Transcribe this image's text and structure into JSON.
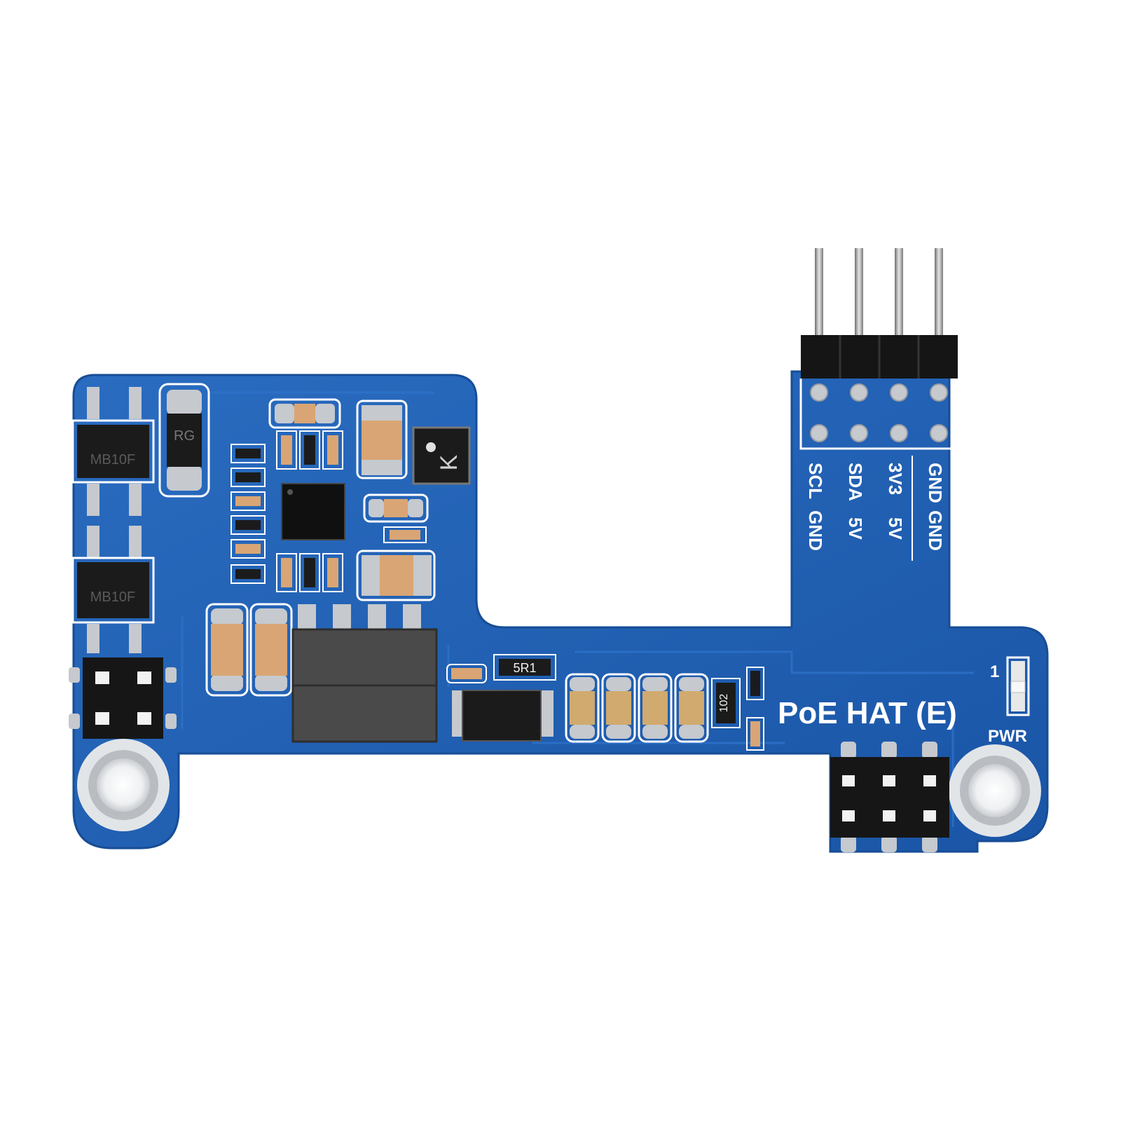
{
  "board": {
    "title": "PoE HAT (E)",
    "pwr_label": "PWR",
    "pin1_marker": "1",
    "header_pins_left": [
      "SCL",
      "SDA",
      "3V3",
      "GND"
    ],
    "header_pins_right": [
      "GND",
      "5V",
      "5V",
      "GND"
    ],
    "bridge_label": "MB10F",
    "rg_label": "RG",
    "inductor_label": "K",
    "sense_resistor_label": "5R1",
    "resistor_102_label": "102"
  },
  "colors": {
    "pcb": "#1f5fb3",
    "silkscreen": "#ffffff",
    "chip": "#1b1b1b",
    "capacitor": "#d9a574",
    "pad": "#c8cbd0",
    "background": "#ffffff"
  }
}
